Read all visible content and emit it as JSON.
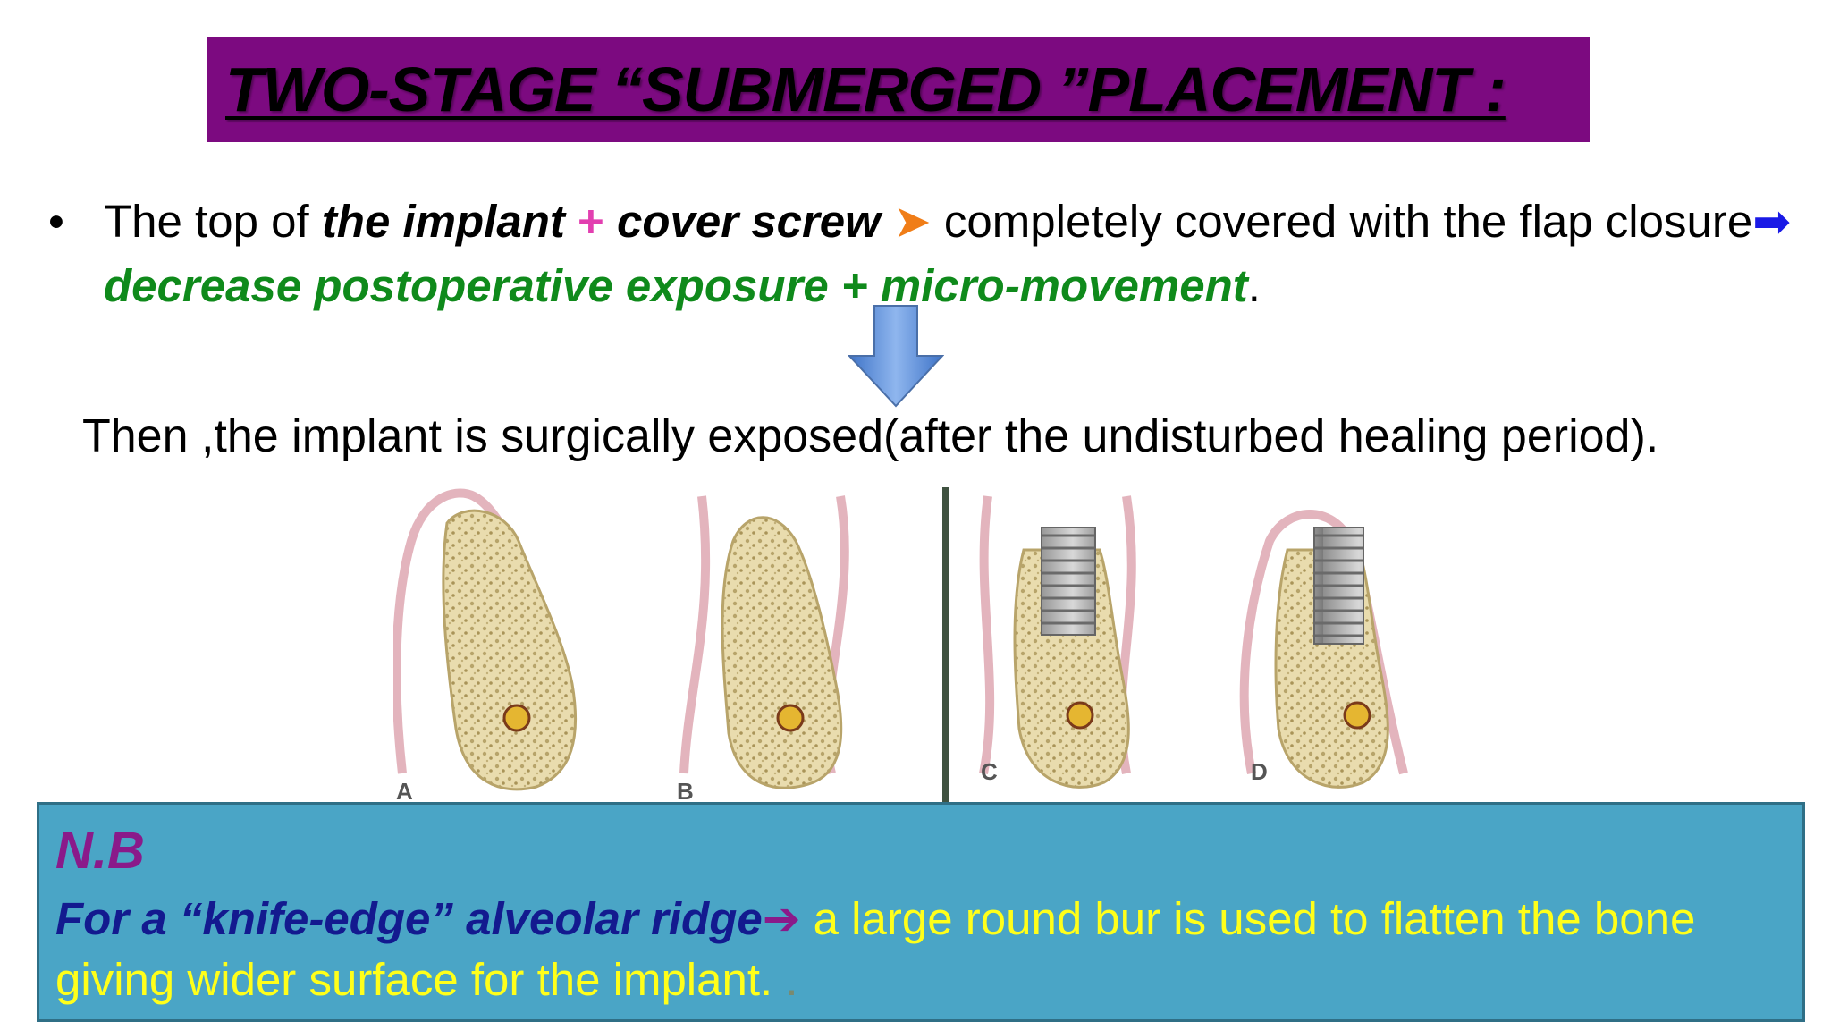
{
  "title": "TWO-STAGE “SUBMERGED ”PLACEMENT : ",
  "bullet": {
    "marker": "•",
    "text1": "The top of ",
    "bold1": "the implant",
    "plus": " + ",
    "bold2": "cover screw",
    "arrow1": " ➤ ",
    "text2": "completely covered with the flap closure",
    "arrow2": "➡",
    "green": " decrease postoperative exposure + micro-movement",
    "end": "."
  },
  "then_line": "Then ,the implant is surgically exposed(after the undisturbed healing period).",
  "figure": {
    "labels": [
      "A",
      "B",
      "C",
      "D"
    ]
  },
  "nb": {
    "title": "N.B",
    "strong": "For a “knife-edge” alveolar ridge",
    "arrow": "➔",
    "text": " a large round bur is used to flatten the bone giving  wider surface for the implant. ",
    "dot": "."
  },
  "colors": {
    "title_bg": "#7c0a80",
    "nb_bg": "#4aa5c6",
    "green": "#0f8a1b",
    "yellow": "#ffff1a"
  }
}
